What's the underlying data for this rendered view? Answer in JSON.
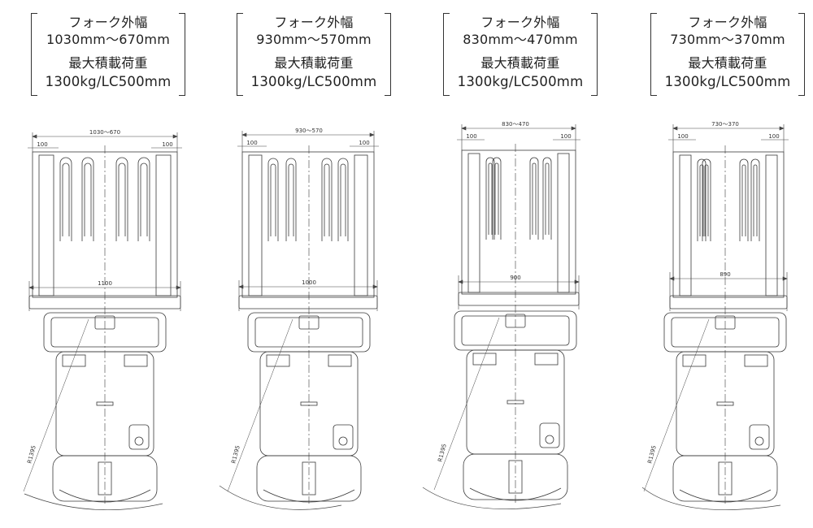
{
  "labels": {
    "fork_width_heading": "フォーク外幅",
    "load_heading": "最大積載荷重"
  },
  "trucks": [
    {
      "fork_range": "1030mm～670mm",
      "load": "1300kg/LC500mm",
      "dim_top": "1030～670",
      "dim_side": "100",
      "dim_base": "1100",
      "dim_radius": "R1395"
    },
    {
      "fork_range": "930mm～570mm",
      "load": "1300kg/LC500mm",
      "dim_top": "930～570",
      "dim_side": "100",
      "dim_base": "1000",
      "dim_radius": "R1395"
    },
    {
      "fork_range": "830mm～470mm",
      "load": "1300kg/LC500mm",
      "dim_top": "830～470",
      "dim_side": "100",
      "dim_base": "900",
      "dim_radius": "R1395"
    },
    {
      "fork_range": "730mm～370mm",
      "load": "1300kg/LC500mm",
      "dim_top": "730～370",
      "dim_side": "100",
      "dim_base": "890",
      "dim_radius": "R1395"
    }
  ]
}
